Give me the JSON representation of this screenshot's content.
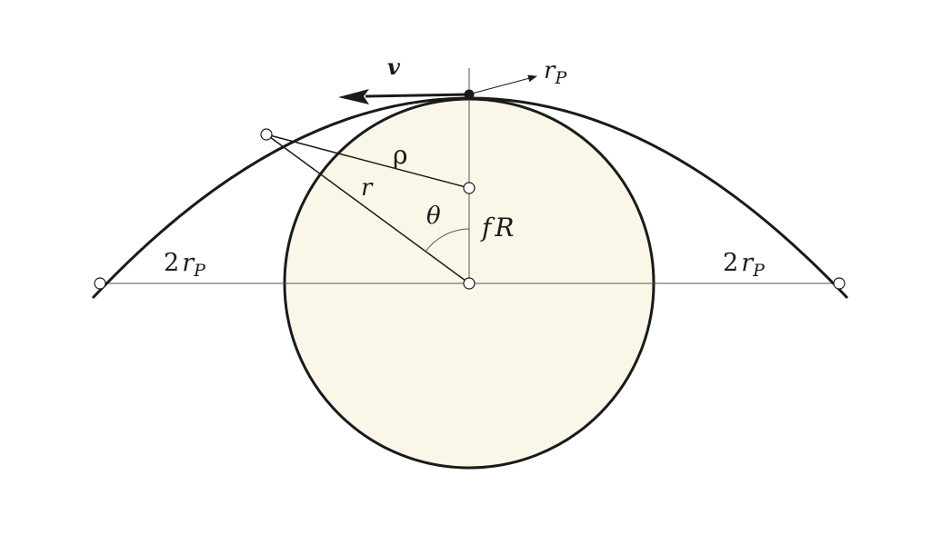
{
  "diagram": {
    "labels": {
      "velocity": "v",
      "rp_main": "r",
      "rp_sub": "P",
      "rho": "ρ",
      "r": "r",
      "theta": "θ",
      "fR_f": "f",
      "fR_R": "R",
      "two_rp_left_num": "2",
      "two_rp_left_r": "r",
      "two_rp_left_sub": "P",
      "two_rp_right_num": "2",
      "two_rp_right_r": "r",
      "two_rp_right_sub": "P"
    },
    "colors": {
      "planet_fill": "#faf7e8",
      "stroke": "#1a1a1a",
      "thin_line": "#555555",
      "marker_fill": "#ffffff"
    }
  }
}
